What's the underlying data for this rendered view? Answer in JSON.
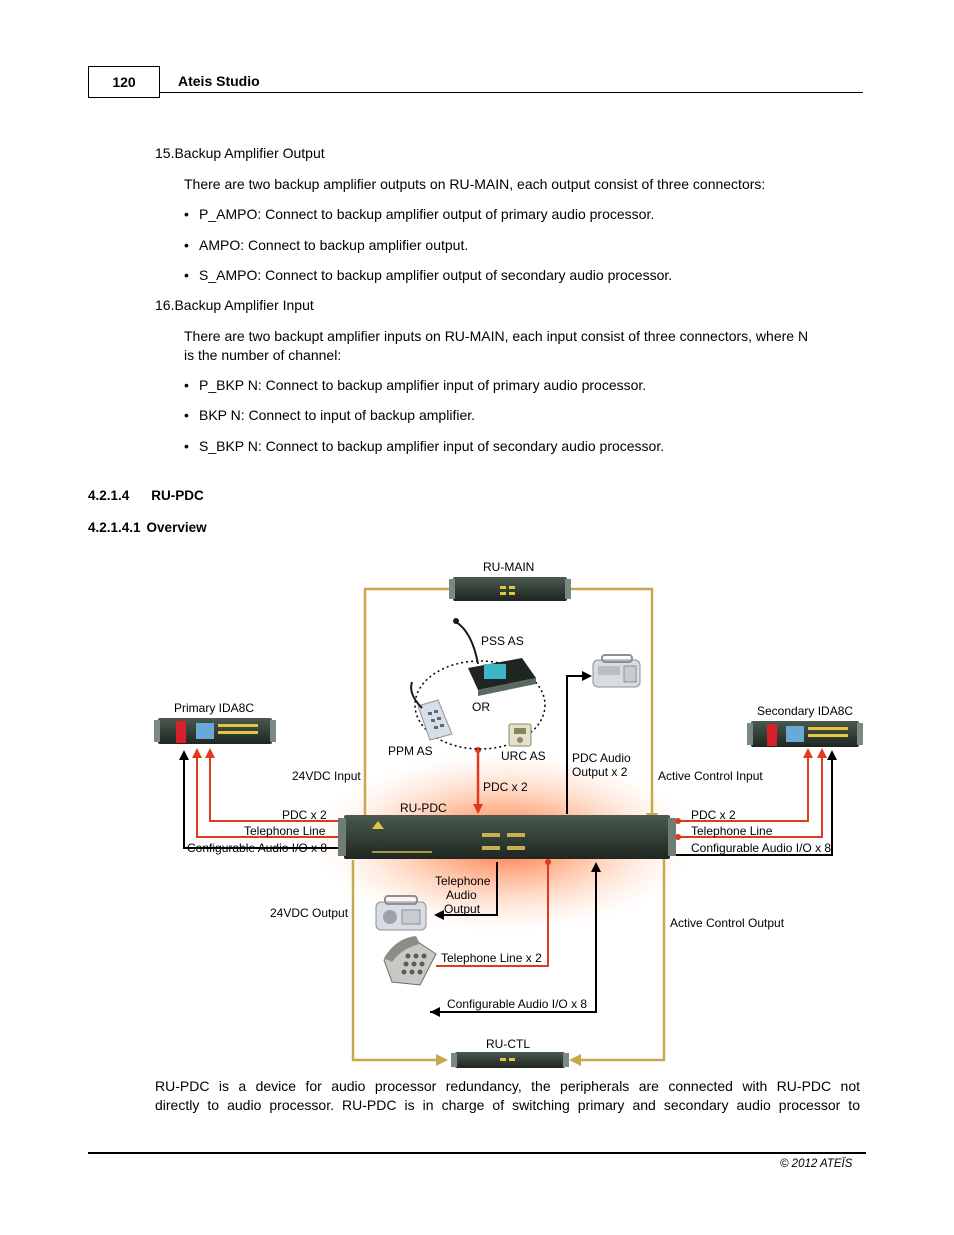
{
  "header": {
    "page_number": "120",
    "title": "Ateis Studio"
  },
  "section15": {
    "heading": "15.Backup Amplifier Output",
    "intro": "There are two backup amplifier outputs on RU-MAIN, each output consist of three connectors:",
    "bullets": [
      "P_AMPO: Connect to backup amplifier output of primary audio processor.",
      "AMPO: Connect to backup amplifier output.",
      "S_AMPO: Connect to backup amplifier output of secondary audio processor."
    ]
  },
  "section16": {
    "heading": "16.Backup Amplifier Input",
    "intro_line1": "There are two backupt amplifier inputs on RU-MAIN, each input consist of three connectors, where N",
    "intro_line2": "is the number of channel:",
    "bullets": [
      "P_BKP N: Connect to backup amplifier input of primary audio processor.",
      "BKP N: Connect to input of backup amplifier.",
      "S_BKP N: Connect to backup amplifier input of secondary audio processor."
    ]
  },
  "heading_4214": {
    "number": "4.2.1.4",
    "title": "RU-PDC"
  },
  "heading_42141": {
    "number": "4.2.1.4.1",
    "title": "Overview"
  },
  "diagram": {
    "ru_main": "RU-MAIN",
    "pss_as": "PSS AS",
    "or": "OR",
    "ppm_as": "PPM AS",
    "urc_as": "URC AS",
    "primary": "Primary IDA8C",
    "secondary": "Secondary IDA8C",
    "input_24vdc": "24VDC Input",
    "pdc_x2_top": "PDC x 2",
    "pdc_audio_1": "PDC Audio",
    "pdc_audio_2": "Output x 2",
    "active_control_input": "Active Control Input",
    "ru_pdc": "RU-PDC",
    "pdc_x2_left": "PDC x 2",
    "telephone_line_left": "Telephone Line",
    "config_left": "Configurable Audio I/O x 8",
    "pdc_x2_right": "PDC x 2",
    "telephone_line_right": "Telephone Line",
    "config_right": "Configurable Audio I/O x 8",
    "tel_audio_1": "Telephone",
    "tel_audio_2": "Audio",
    "tel_audio_3": "Output",
    "output_24vdc": "24VDC Output",
    "active_control_output": "Active Control Output",
    "telephone_line_x2": "Telephone Line x 2",
    "config_bottom": "Configurable Audio I/O x 8",
    "ru_ctl": "RU-CTL"
  },
  "body": {
    "line1": "RU-PDC is a device for audio processor redundancy, the peripherals are connected with RU-PDC not",
    "line2": "directly to audio processor. RU-PDC is in charge of switching primary and secondary audio processor to"
  },
  "footer": {
    "copyright": "© 2012 ATEÏS"
  },
  "colors": {
    "olive_line": "#c8a84a",
    "red_line": "#e03a1e",
    "device": "#2f3b33",
    "glow": "#ff5a1f"
  }
}
